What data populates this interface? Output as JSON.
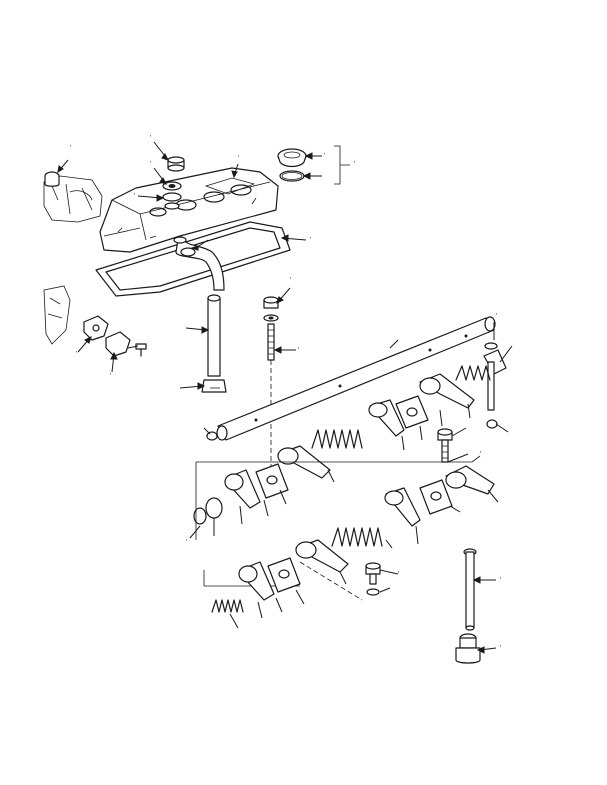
{
  "figure": {
    "description_visible_text": "",
    "callouts": [
      {
        "id": "c01",
        "mark": "'"
      },
      {
        "id": "c02",
        "mark": "'"
      },
      {
        "id": "c03",
        "mark": "'"
      },
      {
        "id": "c04",
        "mark": "'"
      },
      {
        "id": "c05",
        "mark": "'"
      },
      {
        "id": "c06",
        "mark": "'"
      },
      {
        "id": "c07",
        "mark": "'"
      },
      {
        "id": "c08",
        "mark": "'"
      },
      {
        "id": "c09",
        "mark": "'"
      },
      {
        "id": "c10",
        "mark": "'"
      },
      {
        "id": "c11",
        "mark": "'"
      },
      {
        "id": "c12",
        "mark": "'"
      },
      {
        "id": "c13",
        "mark": "'"
      },
      {
        "id": "c14",
        "mark": "'"
      },
      {
        "id": "c15",
        "mark": "'"
      },
      {
        "id": "c16",
        "mark": "'"
      },
      {
        "id": "c17",
        "mark": "'"
      },
      {
        "id": "c18",
        "mark": "'"
      }
    ],
    "colors": {
      "ink": "#1a1a1a",
      "paper": "#ffffff"
    }
  }
}
